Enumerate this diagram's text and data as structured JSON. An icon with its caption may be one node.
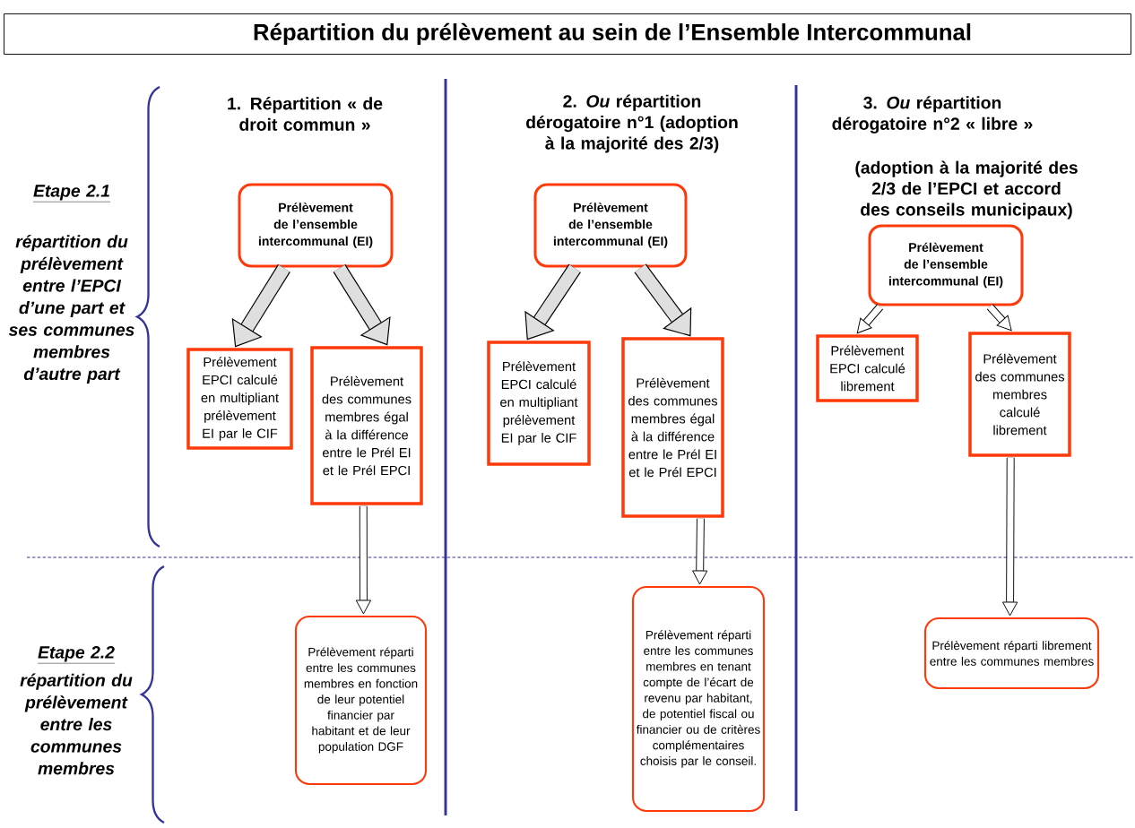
{
  "diagram": {
    "title": "Répartition du prélèvement au sein de l’Ensemble Intercommunal",
    "nodes": [
      {
        "text": [
          "Prélèvement de l’ensemble intercommunal (EI)"
        ]
      },
      {
        "text": [
          "Prélèvement EPCI calculé en multipliant prélèvement EI par le CIF"
        ]
      },
      {
        "text": [
          "Prélèvement des communes membres égal à la différence entre le Prél EI et le Prél EPCI"
        ]
      },
      {
        "text": [
          "Prélèvement de l’ensemble intercommunal (EI)"
        ]
      },
      {
        "text": [
          "Prélèvement EPCI calculé en multipliant prélèvement EI par le CIF"
        ]
      },
      {
        "text": [
          "Prélèvement des communes membres égal à la différence entre le Prél EI et le Prél EPCI"
        ]
      },
      {
        "text": [
          "Prélèvement de l’ensemble intercommunal (EI)"
        ]
      },
      {
        "text": [
          "Prélèvement EPCI calculé librement"
        ]
      },
      {
        "text": [
          "Prélèvement des communes membres calculé librement"
        ]
      },
      {
        "text": [
          "Prélèvement réparti entre les communes membres en fonction de leur potentiel financier par habitant et de leur population DGF"
        ]
      },
      {
        "text": [
          "Prélèvement réparti entre les communes membres en tenant compte de l’écart de revenu par habitant, de potentiel fiscal ou financier ou de critères complémentaires choisis par le conseil."
        ]
      },
      {
        "text": [
          "Prélèvement réparti librement entre les communes membres"
        ]
      }
    ],
    "edges": [
      {
        "from": 0,
        "to": 1,
        "arrow": "to",
        "style": "thick"
      },
      {
        "from": 0,
        "to": 2,
        "arrow": "to",
        "style": "thick"
      },
      {
        "from": 3,
        "to": 4,
        "arrow": "to",
        "style": "thick"
      },
      {
        "from": 3,
        "to": 5,
        "arrow": "to",
        "style": "thick"
      },
      {
        "from": 6,
        "to": 7,
        "arrow": "to"
      },
      {
        "from": 6,
        "to": 8,
        "arrow": "to"
      },
      {
        "from": 2,
        "to": 9,
        "arrow": "to"
      },
      {
        "from": 5,
        "to": 10,
        "arrow": "to"
      },
      {
        "from": 8,
        "to": 11,
        "arrow": "to"
      }
    ],
    "labels": [
      "1. Répartition « de droit commun »",
      "2. *Ou* répartition dérogatoire n°1 (adoption à la majorité des 2/3)",
      "3. *Ou* répartition dérogatoire n°2 « libre »",
      "Etape 2.1",
      "répartition du prélèvement entre l’EPCI d’une part et ses communes membres d’autre part",
      "(adoption à la majorité des 2/3 de l’EPCI et accord des conseils municipaux)",
      "Etape 2.2",
      "répartition du prélèvement entre les communes membres"
    ]
  }
}
